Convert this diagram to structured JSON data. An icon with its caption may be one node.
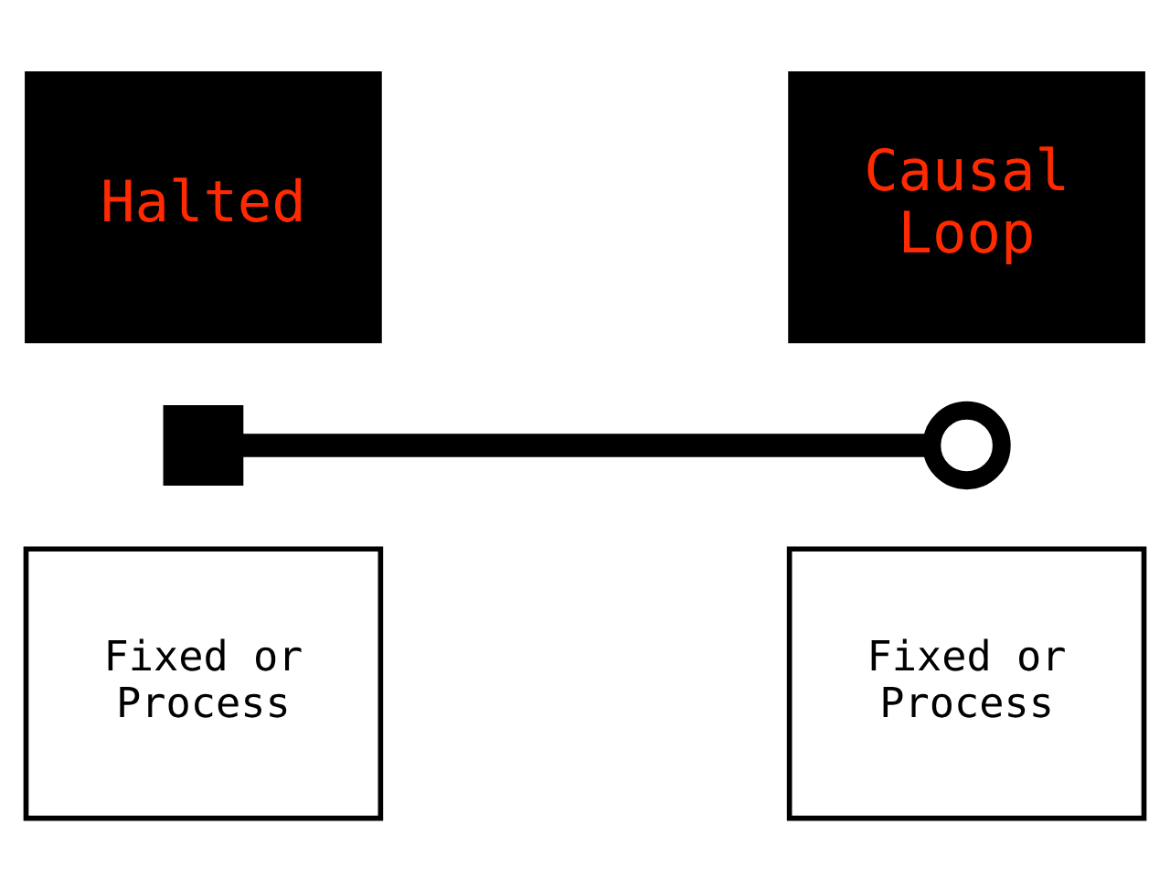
{
  "diagram": {
    "nodes": [
      {
        "text": [
          "Halted"
        ]
      },
      {
        "text": [
          "Causal Loop"
        ]
      },
      {
        "text": [],
        "shape": "box"
      },
      {
        "text": [],
        "shape": "circle"
      },
      {
        "text": [
          "Fixed or Process"
        ]
      },
      {
        "text": [
          "Fixed or Process"
        ]
      }
    ],
    "edges": [
      {
        "from": 2,
        "to": 3,
        "arrow": "none"
      }
    ]
  }
}
